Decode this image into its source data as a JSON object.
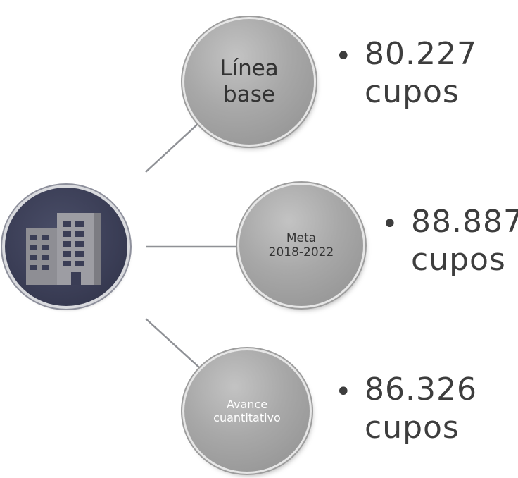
{
  "hub": {
    "icon": "building-icon"
  },
  "nodes": [
    {
      "label_line1": "Línea",
      "label_line2": "base",
      "value": "80.227",
      "unit": "cupos"
    },
    {
      "label_line1": "Meta",
      "label_line2": "2018-2022",
      "value": "88.887",
      "unit": "cupos"
    },
    {
      "label_line1": "Avance",
      "label_line2": "cuantitativo",
      "value": "86.326",
      "unit": "cupos"
    }
  ],
  "bullet": "•",
  "colors": {
    "hub_fill": "#3a3d55",
    "node_fill": "#a8a8a8",
    "connector": "#8f9196",
    "value_text": "#3d3d3d"
  }
}
